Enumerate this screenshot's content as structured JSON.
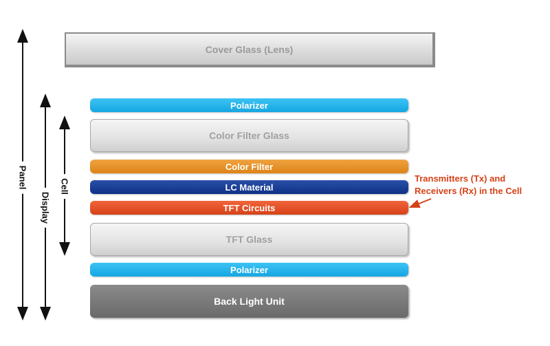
{
  "layers": {
    "lens": "Cover Glass (Lens)",
    "polarizer_top": "Polarizer",
    "color_filter_glass": "Color Filter Glass",
    "color_filter": "Color Filter",
    "lc_material": "LC Material",
    "tft_circuits": "TFT Circuits",
    "tft_glass": "TFT Glass",
    "polarizer_bottom": "Polarizer",
    "backlight": "Back Light Unit"
  },
  "brackets": {
    "panel": "Panel",
    "display": "Display",
    "cell": "Cell"
  },
  "annotation": {
    "line1": "Transmitters (Tx) and",
    "line2": "Receivers (Rx) in the Cell"
  },
  "colors": {
    "polarizer": "#1eaee6",
    "color_filter": "#e08a22",
    "lc_material": "#163a8e",
    "tft_circuits": "#d94a20",
    "annotation": "#d64218",
    "backlight": "#767676"
  }
}
